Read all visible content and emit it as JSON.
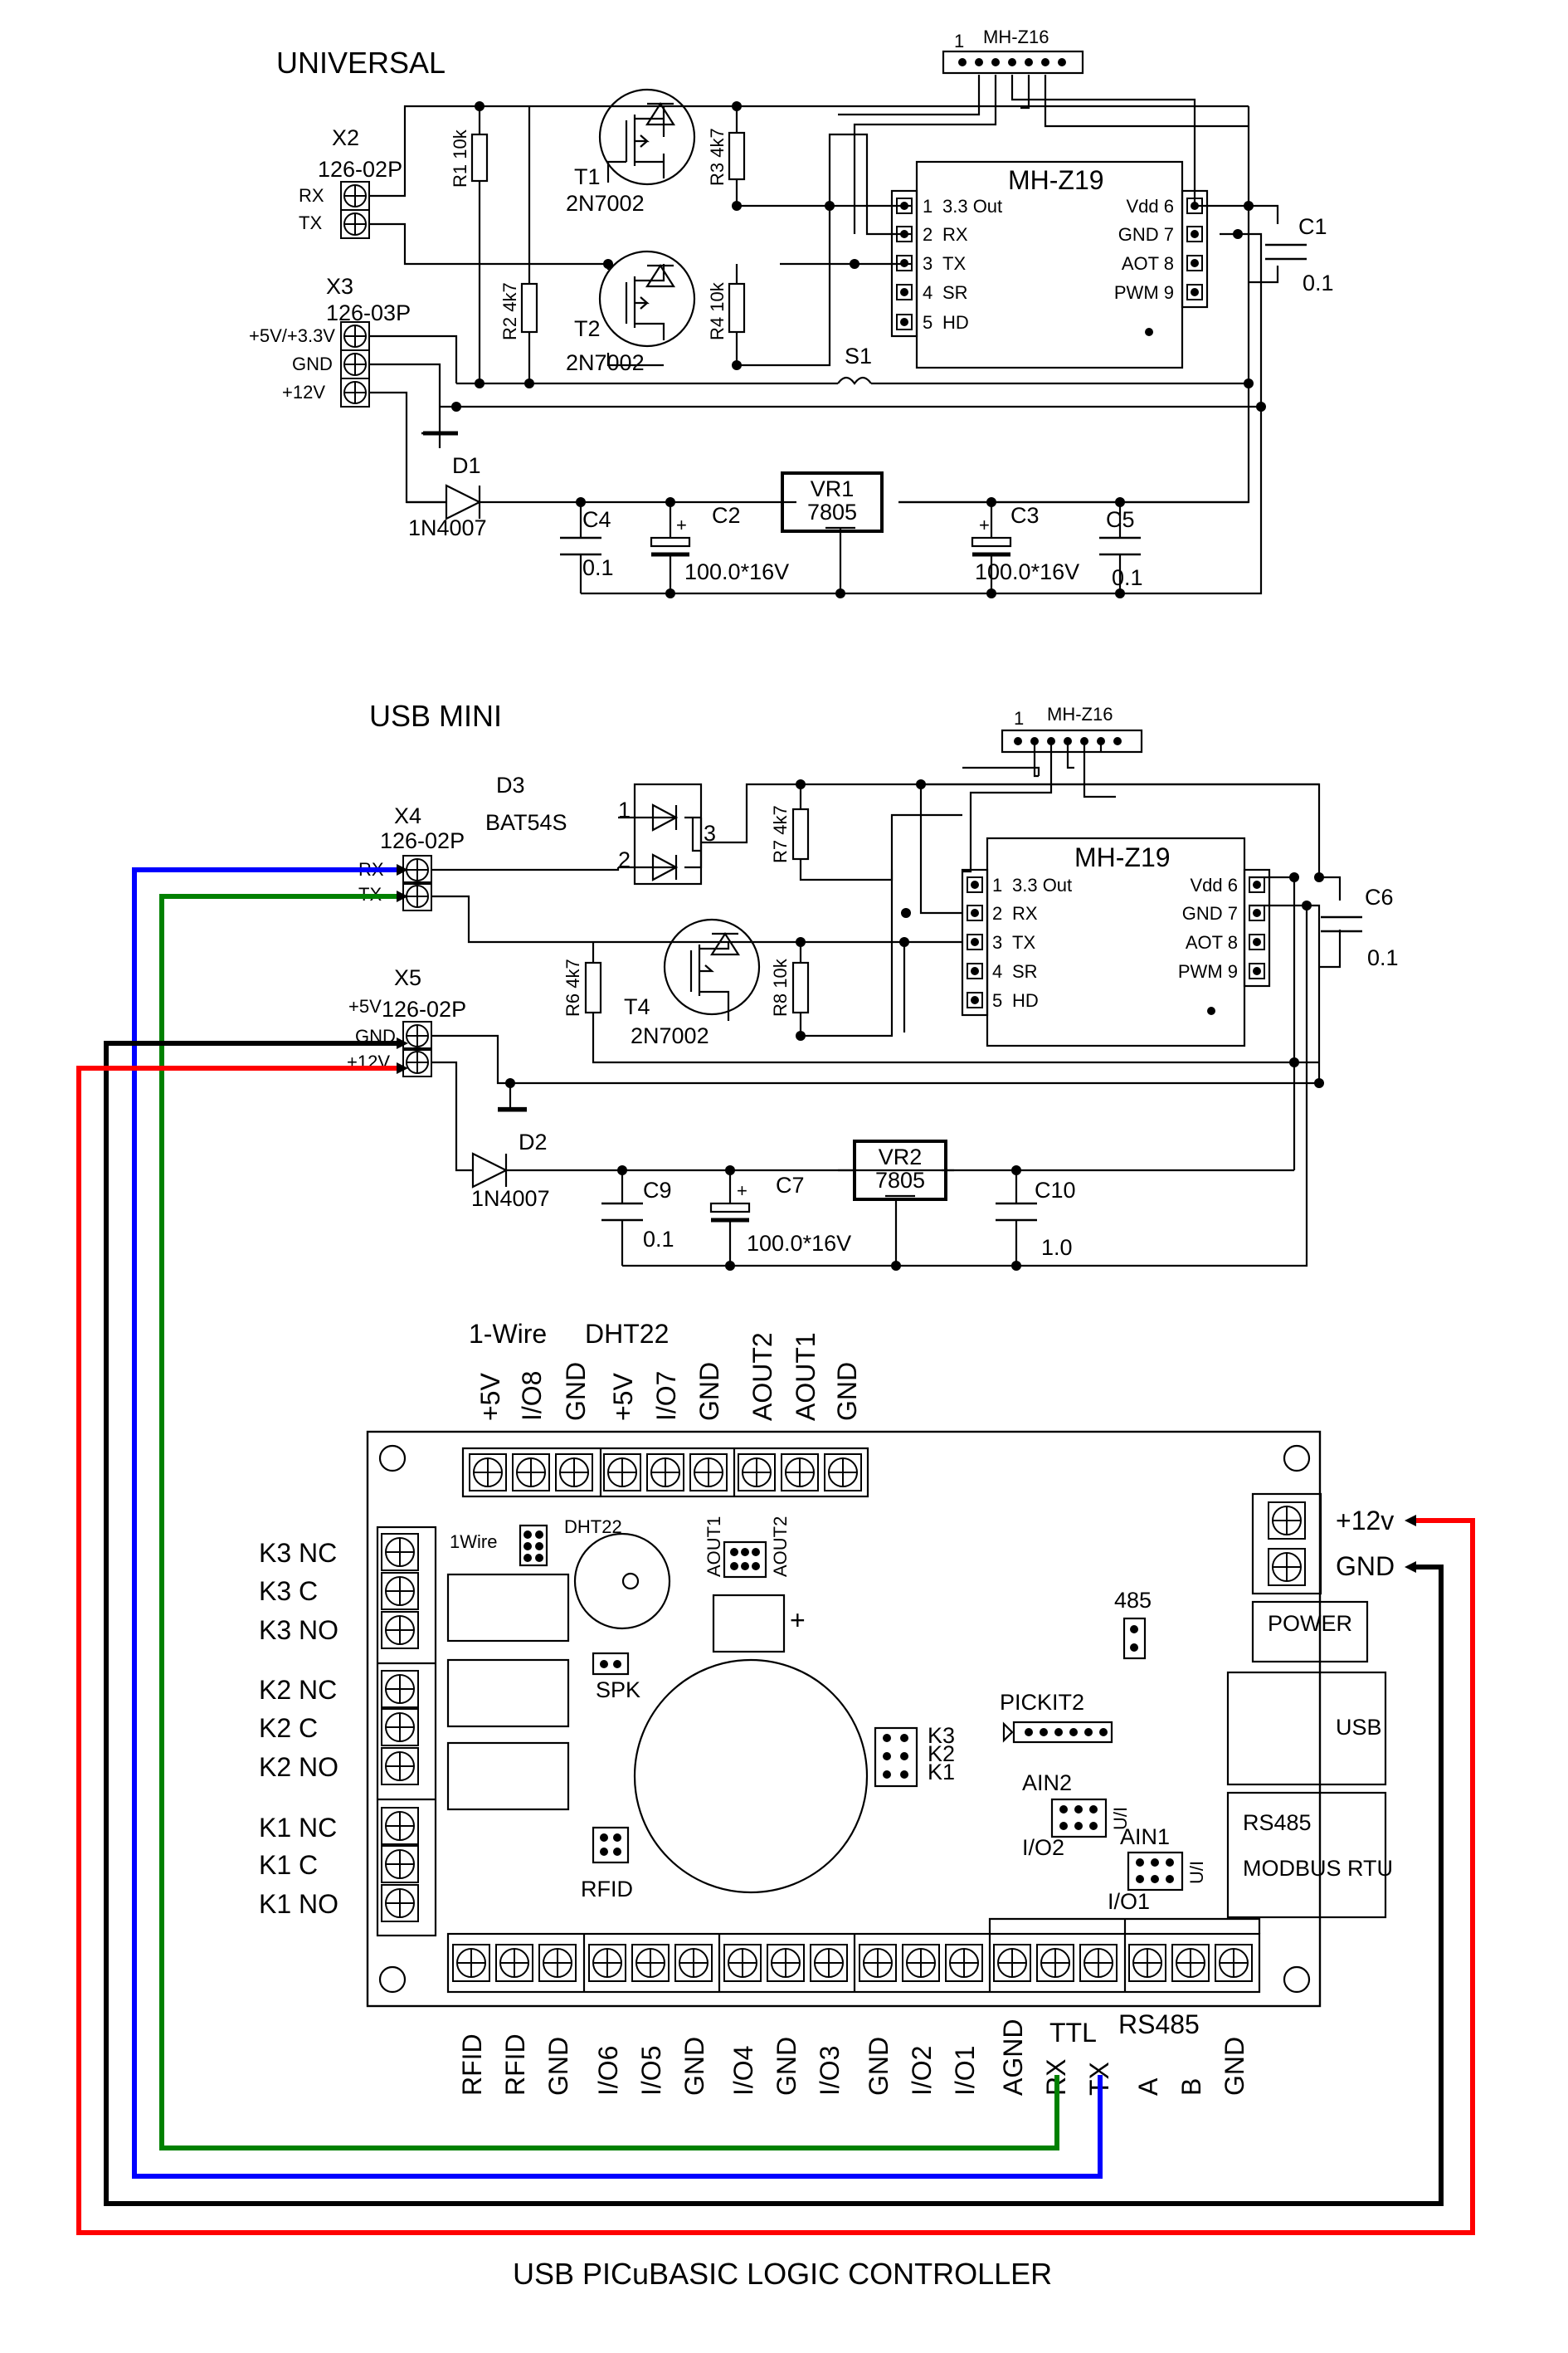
{
  "universal": {
    "title": "UNIVERSAL",
    "x2": {
      "ref": "X2",
      "part": "126-02P",
      "pins": [
        "RX",
        "TX"
      ]
    },
    "x3": {
      "ref": "X3",
      "part": "126-03P",
      "pins": [
        "+5V/+3.3V",
        "GND",
        "+12V"
      ]
    },
    "r1": {
      "ref": "R1",
      "value": "10k"
    },
    "r2": {
      "ref": "R2",
      "value": "4k7"
    },
    "r3": {
      "ref": "R3",
      "value": "4k7"
    },
    "r4": {
      "ref": "R4",
      "value": "10k"
    },
    "t1": {
      "ref": "T1",
      "part": "2N7002"
    },
    "t2": {
      "ref": "T2",
      "part": "2N7002"
    },
    "s1": "S1",
    "header": {
      "pin1": "1",
      "name": "MH-Z16"
    },
    "module": {
      "name": "MH-Z19",
      "left_pins": [
        "1",
        "2",
        "3",
        "4",
        "5"
      ],
      "left": [
        "3.3 Out",
        "RX",
        "TX",
        "SR",
        "HD"
      ],
      "right": [
        "Vdd 6",
        "GND 7",
        "AOT 8",
        "PWM 9"
      ]
    },
    "c1": {
      "ref": "C1",
      "value": "0.1"
    },
    "d1": {
      "ref": "D1",
      "part": "1N4007"
    },
    "c4": {
      "ref": "C4",
      "value": "0.1"
    },
    "c2": {
      "ref": "C2",
      "value": "100.0*16V"
    },
    "vr1": {
      "ref": "VR1",
      "part": "7805"
    },
    "c3": {
      "ref": "C3",
      "value": "100.0*16V"
    },
    "c5": {
      "ref": "C5",
      "value": "0.1"
    }
  },
  "usbmini": {
    "title": "USB MINI",
    "d3": {
      "ref": "D3",
      "part": "BAT54S",
      "pins": [
        "1",
        "2",
        "3"
      ]
    },
    "x4": {
      "ref": "X4",
      "part": "126-02P",
      "pins": [
        "RX",
        "TX"
      ]
    },
    "x5": {
      "ref": "X5",
      "part": "126-02P",
      "pins": [
        "+5V",
        "GND",
        "+12V"
      ]
    },
    "r6": {
      "ref": "R6",
      "value": "4k7"
    },
    "r7": {
      "ref": "R7",
      "value": "4k7"
    },
    "r8": {
      "ref": "R8",
      "value": "10k"
    },
    "t4": {
      "ref": "T4",
      "part": "2N7002"
    },
    "header": {
      "pin1": "1",
      "name": "MH-Z16"
    },
    "module": {
      "name": "MH-Z19",
      "left_pins": [
        "1",
        "2",
        "3",
        "4",
        "5"
      ],
      "left": [
        "3.3 Out",
        "RX",
        "TX",
        "SR",
        "HD"
      ],
      "right": [
        "Vdd 6",
        "GND 7",
        "AOT 8",
        "PWM 9"
      ]
    },
    "c6": {
      "ref": "C6",
      "value": "0.1"
    },
    "d2": {
      "ref": "D2",
      "part": "1N4007"
    },
    "c9": {
      "ref": "C9",
      "value": "0.1"
    },
    "c7": {
      "ref": "C7",
      "value": "100.0*16V"
    },
    "vr2": {
      "ref": "VR2",
      "part": "7805"
    },
    "c10": {
      "ref": "C10",
      "value": "1.0"
    }
  },
  "controller": {
    "title": "USB PICuBASIC LOGIC CONTROLLER",
    "top_groups": [
      "1-Wire",
      "DHT22"
    ],
    "top_labels": [
      "+5V",
      "I/O8",
      "GND",
      "+5V",
      "I/O7",
      "GND",
      "AOUT2",
      "AOUT1",
      "GND"
    ],
    "relay_labels": [
      "K3 NC",
      "K3 C",
      "K3 NO",
      "K2 NC",
      "K2 C",
      "K2 NO",
      "K1 NC",
      "K1 C",
      "K1 NO"
    ],
    "power_labels": [
      "+12v",
      "GND"
    ],
    "bottom_labels": [
      "RFID",
      "RFID",
      "GND",
      "I/O6",
      "I/O5",
      "GND",
      "I/O4",
      "GND",
      "I/O3",
      "GND",
      "I/O2",
      "I/O1",
      "AGND",
      "RX",
      "TX",
      "A",
      "B",
      "GND"
    ],
    "ttl": "TTL",
    "rs485": "RS485",
    "onboard": {
      "onewire": "1Wire",
      "dht22": "DHT22",
      "aout1": "AOUT1",
      "aout2": "AOUT2",
      "spk": "SPK",
      "rfid": "RFID",
      "k3": "K3",
      "k2": "K2",
      "k1": "K1",
      "pickit2": "PICKIT2",
      "j485": "485",
      "ain2": "AIN2",
      "io2": "I/O2",
      "ain1": "AIN1",
      "io1": "I/O1",
      "ui": "U/I",
      "power": "POWER",
      "usb": "USB",
      "rs485_1": "RS485",
      "rs485_2": "MODBUS RTU",
      "plus": "+"
    }
  },
  "colors": {
    "rx": "#0000ff",
    "tx": "#008000",
    "gnd": "#000000",
    "v12": "#ff0000"
  }
}
